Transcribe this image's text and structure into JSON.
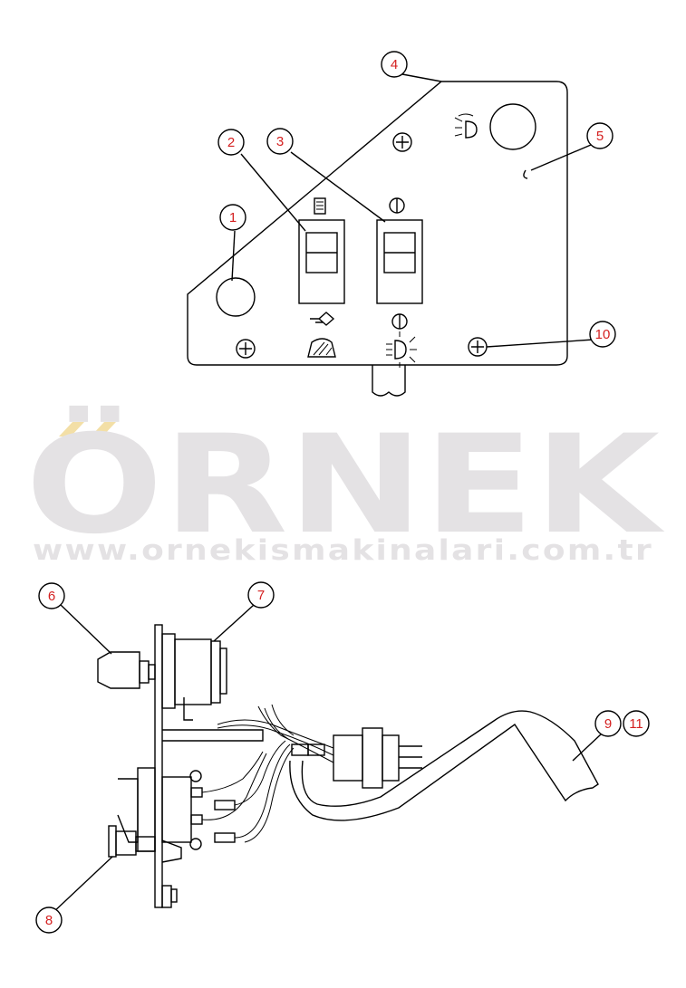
{
  "watermark": {
    "brand": "ÖRNEK",
    "url": "www.ornekismakinalari.com.tr",
    "brand_color": "#e4e2e4",
    "accent_color": "#f3dfa6"
  },
  "callouts": {
    "c1": "1",
    "c2": "2",
    "c3": "3",
    "c4": "4",
    "c5": "5",
    "c6": "6",
    "c7": "7",
    "c8": "8",
    "c9": "9",
    "c10": "10",
    "c11": "11"
  },
  "colors": {
    "callout_text": "#d42020",
    "line": "#000000"
  }
}
